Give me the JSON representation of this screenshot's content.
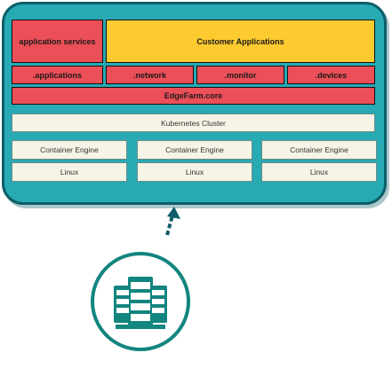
{
  "stack": {
    "application_services": "application services",
    "customer_applications": "Customer Applications",
    "modules": [
      ".applications",
      ".network",
      ".monitor",
      ".devices"
    ],
    "core": "EdgeFarm.core",
    "kubernetes": "Kubernetes Cluster",
    "nodes": [
      {
        "engine": "Container Engine",
        "os": "Linux"
      },
      {
        "engine": "Container Engine",
        "os": "Linux"
      },
      {
        "engine": "Container Engine",
        "os": "Linux"
      }
    ]
  },
  "colors": {
    "frame": "#27aab4",
    "frame_border": "#0d5e68",
    "red": "#ec4f58",
    "yellow": "#fdca2f",
    "cream": "#f6f4e6"
  },
  "icons": [
    "up-arrow-icon",
    "server-rack-icon"
  ]
}
